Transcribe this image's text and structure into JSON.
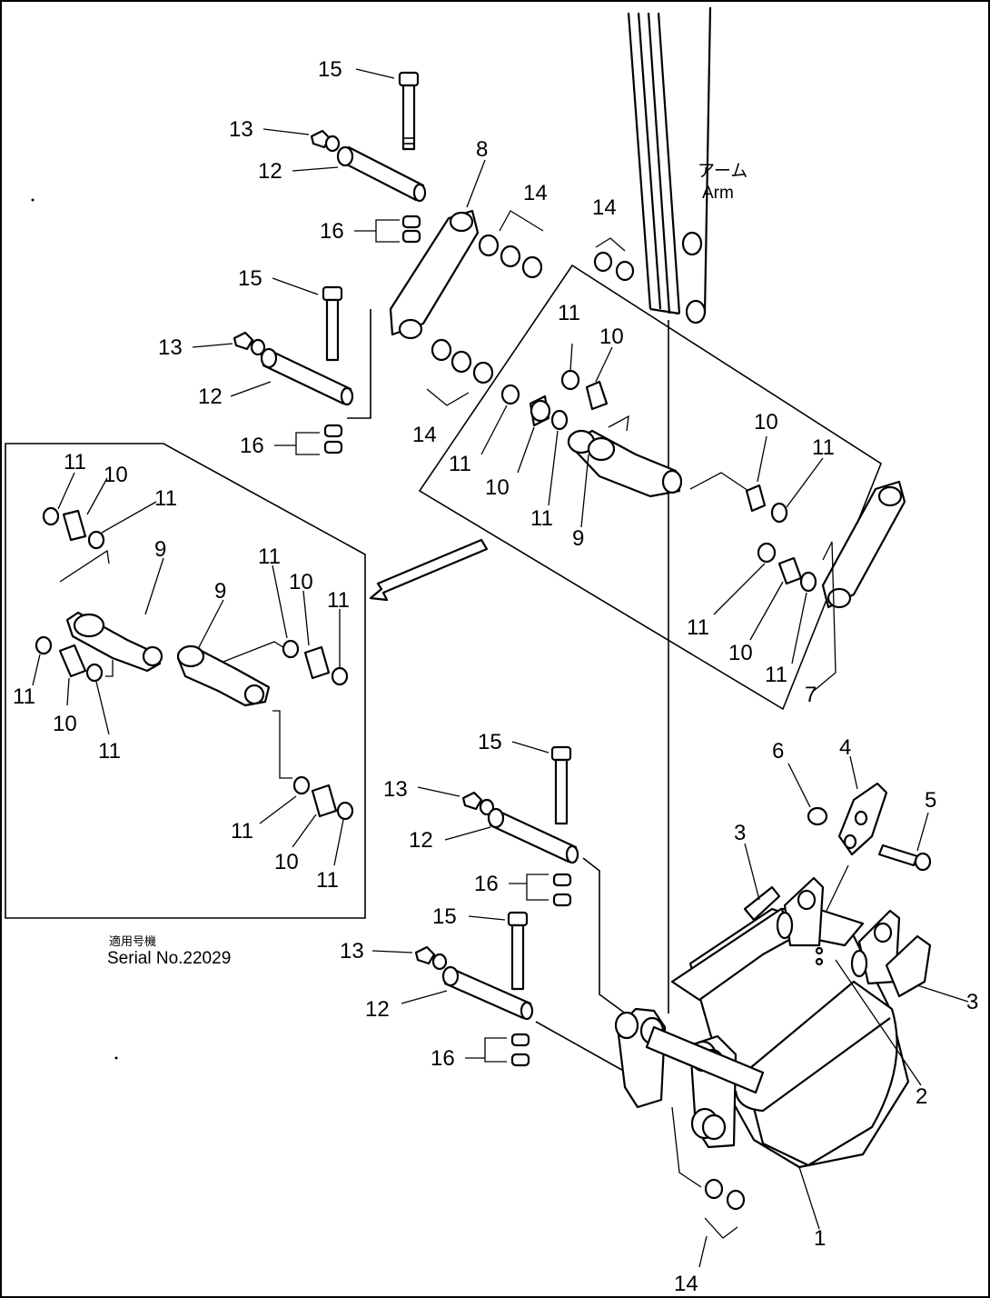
{
  "diagram": {
    "arm_label_jp": "アーム",
    "arm_label_en": "Arm",
    "inset_caption_jp": "適用号機",
    "inset_caption_serial": "Serial No.22029"
  },
  "callouts": [
    "15",
    "13",
    "12",
    "8",
    "14",
    "14",
    "16",
    "15",
    "13",
    "12",
    "16",
    "14",
    "11",
    "10",
    "11",
    "10",
    "11",
    "9",
    "10",
    "11",
    "11",
    "10",
    "11",
    "7",
    "11",
    "10",
    "11",
    "9",
    "11",
    "10",
    "11",
    "9",
    "11",
    "10",
    "11",
    "11",
    "10",
    "11",
    "15",
    "13",
    "12",
    "16",
    "15",
    "13",
    "12",
    "16",
    "6",
    "4",
    "5",
    "3",
    "3",
    "2",
    "1",
    "14"
  ]
}
